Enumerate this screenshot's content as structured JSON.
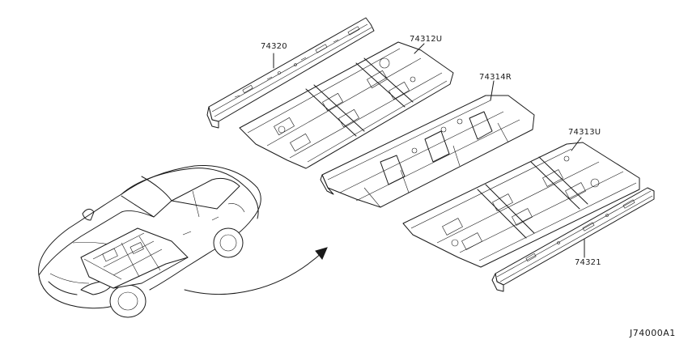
{
  "parts": [
    {
      "id": "rail-left",
      "number": "74320"
    },
    {
      "id": "front-floor-lh",
      "number": "74312U"
    },
    {
      "id": "center-floor",
      "number": "74314R"
    },
    {
      "id": "front-floor-rh",
      "number": "74313U"
    },
    {
      "id": "rail-right",
      "number": "74321"
    }
  ],
  "diagram_code": "J74000A1"
}
